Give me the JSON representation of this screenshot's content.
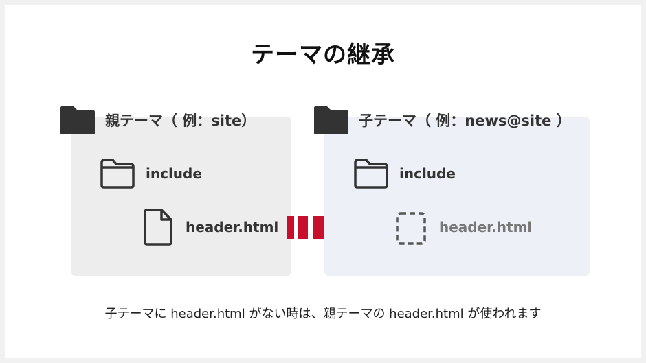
{
  "title": "テーマの継承",
  "parent_theme": {
    "label": "親テーマ（ 例：site）",
    "subfolder": "include",
    "file": "header.html"
  },
  "child_theme": {
    "label": "子テーマ（ 例：news@site ）",
    "subfolder": "include",
    "file": "header.html"
  },
  "caption": "子テーマに header.html がない時は、親テーマの header.html が使われます",
  "colors": {
    "arrow": "#c8102e",
    "parent_panel": "#ededed",
    "child_panel": "#eef0f7",
    "icon": "#333333"
  },
  "icons": [
    "folder-filled-icon",
    "folder-outline-icon",
    "file-icon",
    "arrow-right-icon",
    "file-missing-icon"
  ]
}
